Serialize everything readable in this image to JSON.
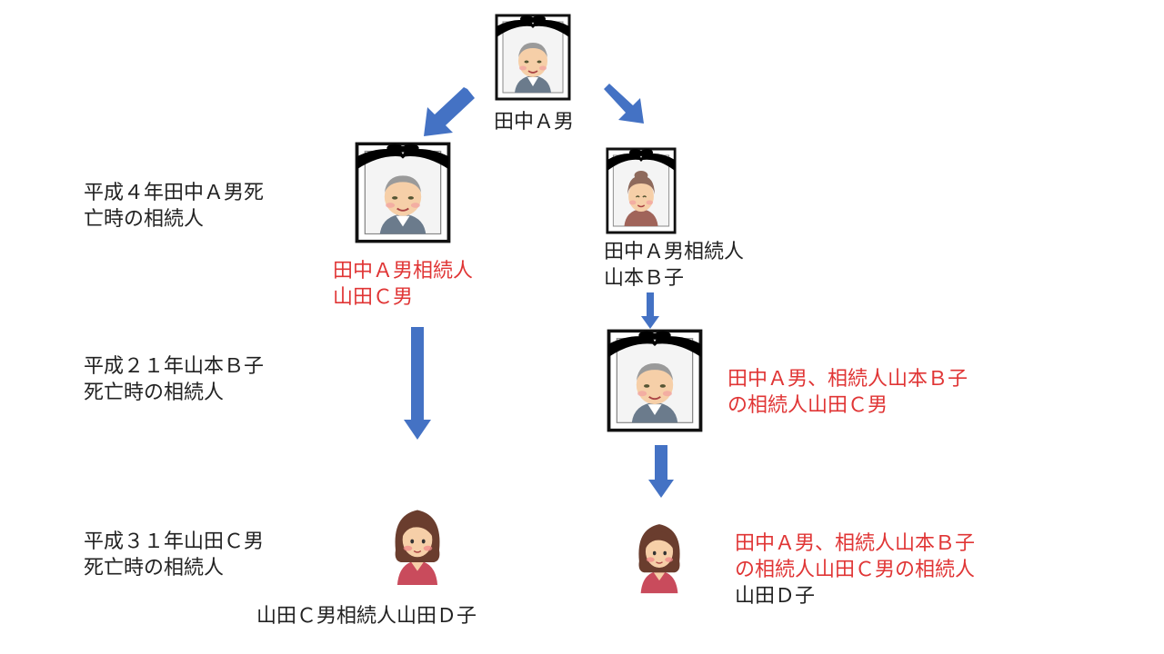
{
  "colors": {
    "arrow": "#4472c4",
    "heir_text": "#e03535",
    "normal_text": "#222222",
    "frame": "#111111",
    "ribbon": "#000000"
  },
  "people": {
    "root_name": "田中Ａ男"
  },
  "row_labels": {
    "r1_line1": "平成４年田中Ａ男死",
    "r1_line2": "亡時の相続人",
    "r2_line1": "平成２１年山本Ｂ子",
    "r2_line2": "死亡時の相続人",
    "r3_line1": "平成３１年山田Ｃ男",
    "r3_line2": "死亡時の相続人"
  },
  "left_branch": {
    "heir_line1": "田中Ａ男相続人",
    "heir_line2": "山田Ｃ男",
    "final": "山田Ｃ男相続人山田Ｄ子"
  },
  "right_branch": {
    "heir_line1": "田中Ａ男相続人",
    "heir_line2": "山本Ｂ子",
    "second_line1": "田中Ａ男、相続人山本Ｂ子",
    "second_line2": "の相続人山田Ｃ男",
    "third_line1": "田中Ａ男、相続人山本Ｂ子",
    "third_line2": "の相続人山田Ｃ男の相続人",
    "third_line3": "山田Ｄ子"
  },
  "icons": {
    "portrait_root": "elderly-man-memorial-portrait-icon",
    "portrait_left": "elderly-man-memorial-portrait-icon",
    "portrait_right_top": "elderly-woman-memorial-portrait-icon",
    "portrait_right_mid": "elderly-man-memorial-portrait-icon",
    "person_left": "woman-icon",
    "person_right": "woman-icon"
  }
}
